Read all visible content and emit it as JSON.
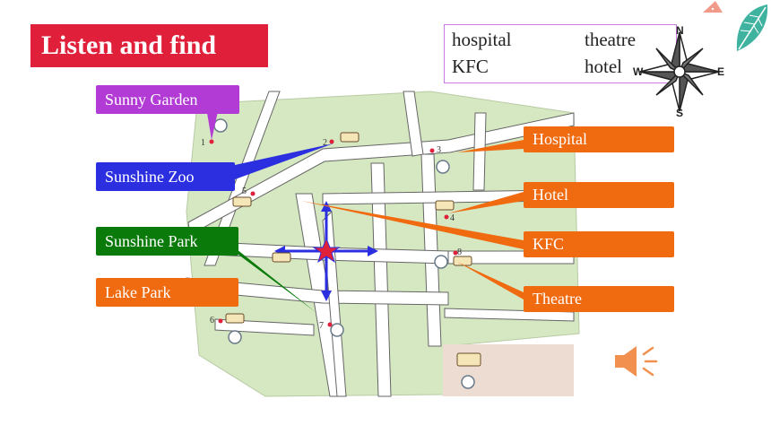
{
  "title": "Listen and find",
  "word_bank": [
    "hospital",
    "theatre",
    "KFC",
    "hotel"
  ],
  "compass": {
    "n": "N",
    "s": "S",
    "e": "E",
    "w": "W"
  },
  "labels": {
    "sunny_garden": "Sunny Garden",
    "sunshine_zoo": "Sunshine Zoo",
    "sunshine_park": "Sunshine Park",
    "lake_park": "Lake Park",
    "hospital": "Hospital",
    "hotel": "Hotel",
    "kfc": "KFC",
    "theatre": "Theatre"
  },
  "map_numbers": [
    "1",
    "2",
    "3",
    "4",
    "5",
    "6",
    "7",
    "8"
  ],
  "colors": {
    "title_bg": "#e0203a",
    "purple": "#b23bd6",
    "blue": "#2b2fe0",
    "green": "#0a7a0a",
    "orange": "#f06a10",
    "map_green": "#d6e8c2"
  },
  "icons": [
    "compass-icon",
    "leaf-icon",
    "speaker-icon",
    "bus-icon",
    "stop-sign-icon",
    "star-icon"
  ]
}
